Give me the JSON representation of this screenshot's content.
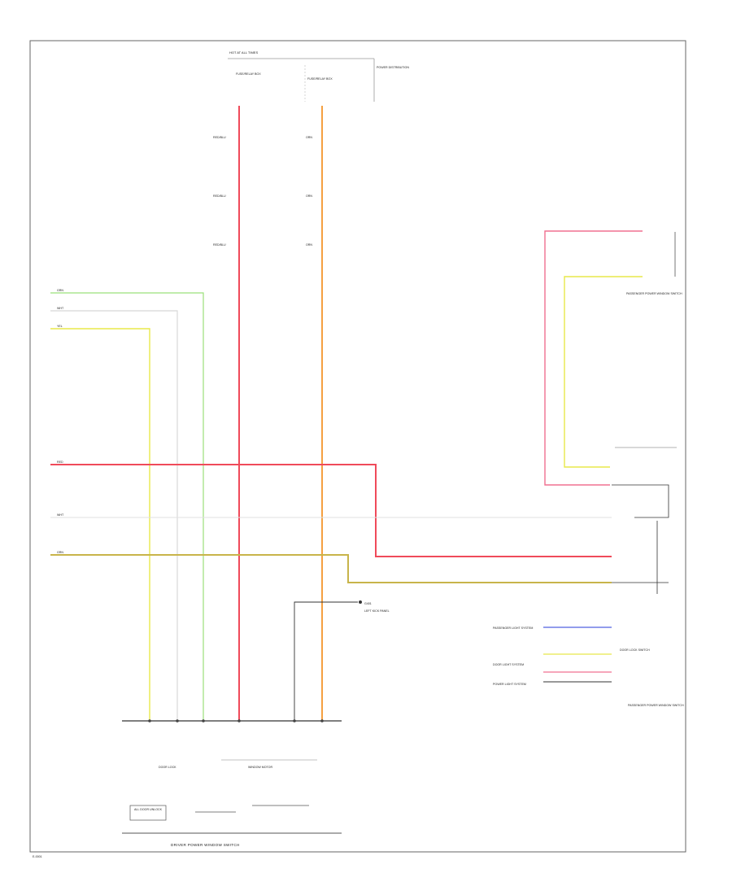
{
  "colors": {
    "red": "#f04a5a",
    "orange": "#f5a040",
    "green": "#9be07a",
    "white": "#e0e0e0",
    "yellow": "#e8e84a",
    "olive": "#c8b44a",
    "pink": "#f07090",
    "blue": "#5060e0",
    "black": "#333333"
  },
  "labels": {
    "top_source": "HOT AT ALL TIMES",
    "top_fuse_left": "FUSE/RELAY BOX",
    "top_fuse_right": "FUSE/RELAY BOX",
    "top_right_block": "POWER DISTRIBUTION",
    "wire_red": "RED/BLU",
    "wire_orange": "ORN",
    "wire_grn": "GRN",
    "wire_wht": "WHT",
    "wire_yel": "YEL",
    "wire_red_h": "RED",
    "wire_wht_h": "WHT",
    "wire_olive_h": "GRN",
    "pass_switch_1": "PASSENGER POWER WINDOW SWITCH",
    "pass_switch_2": "PASSENGER POWER WINDOW SWITCH",
    "ground_left": "G401",
    "ground_box": "LEFT KICK PANEL",
    "right_lbl_1": "PASSENGER LIGHT SYSTEM",
    "right_lbl_2": "DOOR LIGHT SYSTEM",
    "right_lbl_3": "POWER LIGHT SYSTEM",
    "door_lock_sw": "DOOR LOCK SWITCH",
    "bottom_left_1": "DOOR LOCK",
    "bottom_left_2": "ALL DOOR UNLOCK",
    "bottom_mid": "WINDOW MOTOR",
    "bottom_caption": "DRIVER POWER WINDOW SWITCH",
    "corner_code": "E-0001"
  }
}
